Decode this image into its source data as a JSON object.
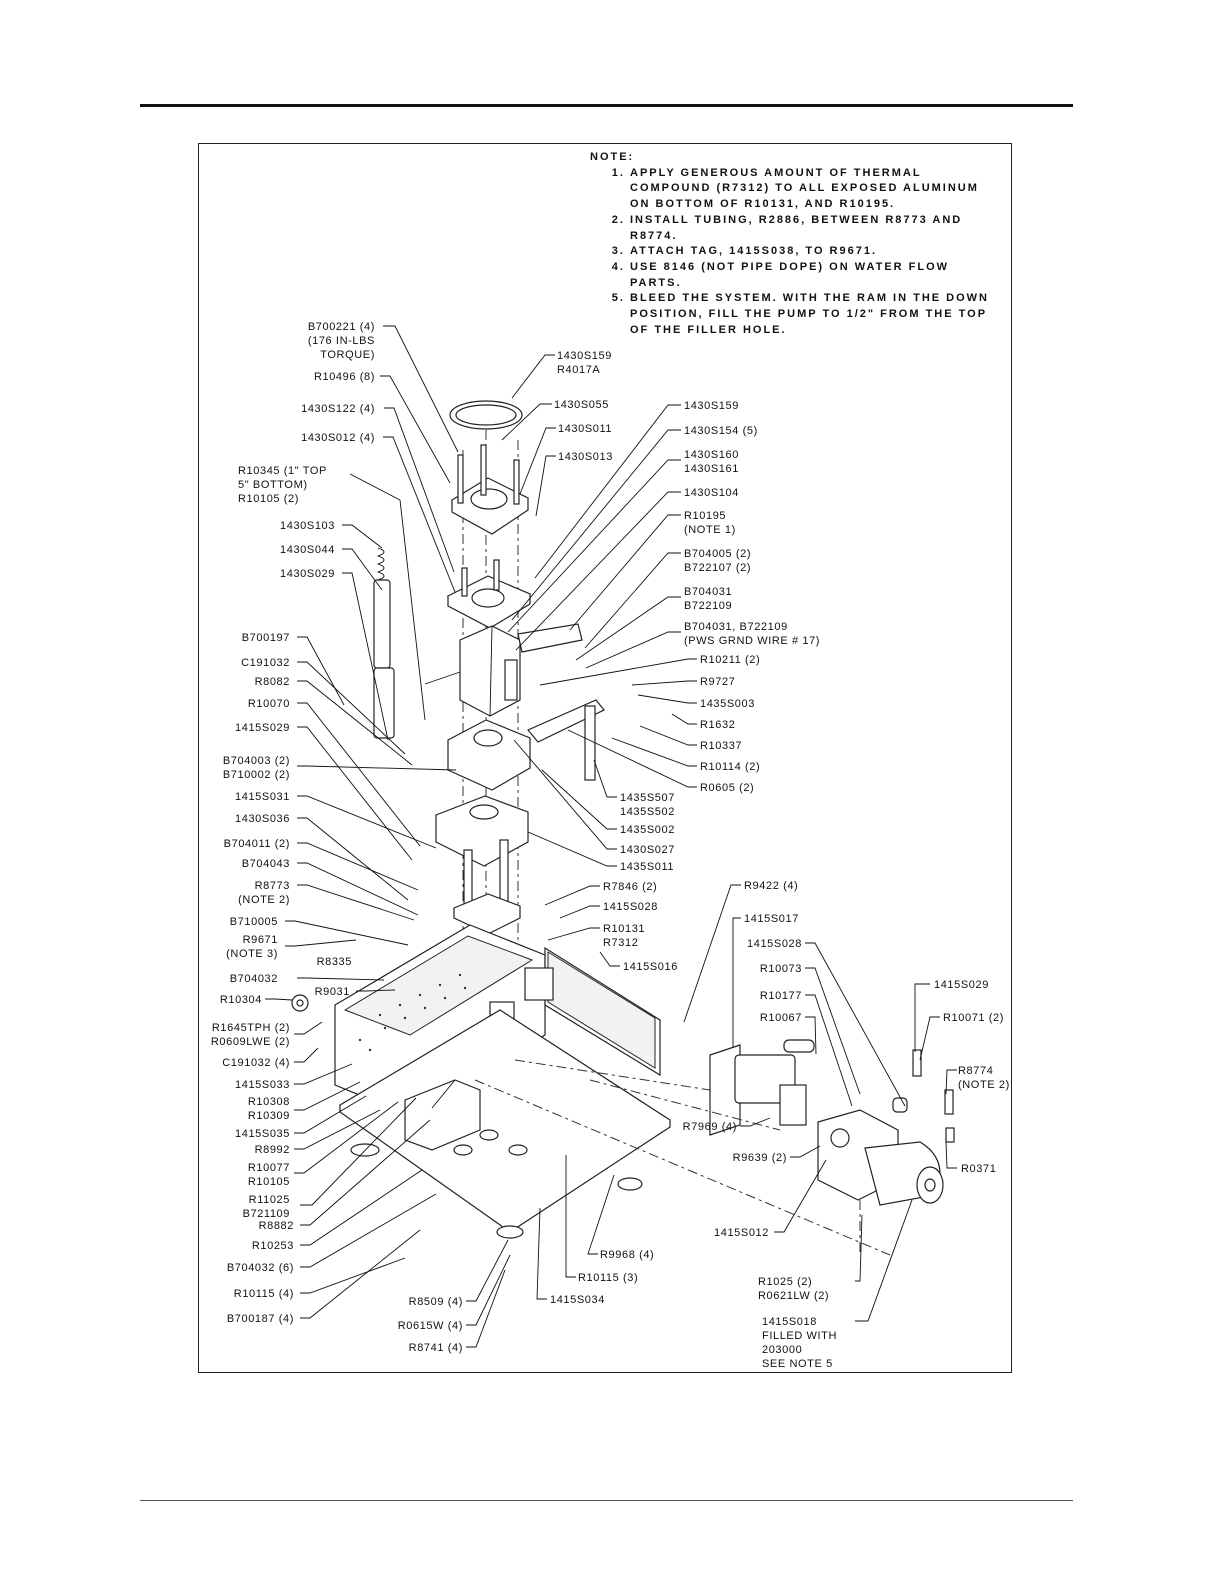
{
  "notes": {
    "heading": "NOTE:",
    "items": [
      "APPLY GENEROUS AMOUNT OF THERMAL COMPOUND (R7312) TO ALL EXPOSED ALUMINUM ON BOTTOM OF R10131, AND R10195.",
      "INSTALL TUBING, R2886, BETWEEN R8773 AND R8774.",
      "ATTACH TAG, 1415S038, TO R9671.",
      "USE 8146 (NOT PIPE DOPE) ON WATER FLOW PARTS.",
      "BLEED THE SYSTEM. WITH THE RAM IN THE DOWN POSITION, FILL THE PUMP TO 1/2\" FROM THE TOP OF THE FILLER HOLE."
    ]
  },
  "callouts": [
    {
      "lines": [
        "B700221 (4)",
        "(176 IN-LBS",
        "TORQUE)"
      ]
    },
    {
      "lines": [
        "R10496 (8)"
      ]
    },
    {
      "lines": [
        "1430S122 (4)"
      ]
    },
    {
      "lines": [
        "1430S012 (4)"
      ]
    },
    {
      "lines": [
        "R10345 (1\" TOP",
        "5\" BOTTOM)",
        "R10105 (2)"
      ]
    },
    {
      "lines": [
        "1430S103"
      ]
    },
    {
      "lines": [
        "1430S044"
      ]
    },
    {
      "lines": [
        "1430S029"
      ]
    },
    {
      "lines": [
        "B700197"
      ]
    },
    {
      "lines": [
        "C191032"
      ]
    },
    {
      "lines": [
        "R8082"
      ]
    },
    {
      "lines": [
        "R10070"
      ]
    },
    {
      "lines": [
        "1415S029"
      ]
    },
    {
      "lines": [
        "B704003 (2)",
        "B710002 (2)"
      ]
    },
    {
      "lines": [
        "1415S031"
      ]
    },
    {
      "lines": [
        "1430S036"
      ]
    },
    {
      "lines": [
        "B704011 (2)"
      ]
    },
    {
      "lines": [
        "B704043"
      ]
    },
    {
      "lines": [
        "R8773",
        "(NOTE 2)"
      ]
    },
    {
      "lines": [
        "B710005"
      ]
    },
    {
      "lines": [
        "R9671",
        "(NOTE 3)"
      ]
    },
    {
      "lines": [
        "R8335"
      ]
    },
    {
      "lines": [
        "B704032"
      ]
    },
    {
      "lines": [
        "R9031"
      ]
    },
    {
      "lines": [
        "R10304"
      ]
    },
    {
      "lines": [
        "R1645TPH (2)",
        "R0609LWE (2)"
      ]
    },
    {
      "lines": [
        "C191032 (4)"
      ]
    },
    {
      "lines": [
        "1415S033"
      ]
    },
    {
      "lines": [
        "R10308",
        "R10309"
      ]
    },
    {
      "lines": [
        "1415S035"
      ]
    },
    {
      "lines": [
        "R8992"
      ]
    },
    {
      "lines": [
        "R10077",
        "R10105"
      ]
    },
    {
      "lines": [
        "R11025",
        "B721109"
      ]
    },
    {
      "lines": [
        "R8882"
      ]
    },
    {
      "lines": [
        "R10253"
      ]
    },
    {
      "lines": [
        "B704032 (6)"
      ]
    },
    {
      "lines": [
        "R10115 (4)"
      ]
    },
    {
      "lines": [
        "B700187 (4)"
      ]
    },
    {
      "lines": [
        "1430S159",
        "R4017A"
      ]
    },
    {
      "lines": [
        "1430S055"
      ]
    },
    {
      "lines": [
        "1430S011"
      ]
    },
    {
      "lines": [
        "1430S013"
      ]
    },
    {
      "lines": [
        "1430S159"
      ]
    },
    {
      "lines": [
        "1430S154 (5)"
      ]
    },
    {
      "lines": [
        "1430S160",
        "1430S161"
      ]
    },
    {
      "lines": [
        "1430S104"
      ]
    },
    {
      "lines": [
        "R10195",
        "(NOTE 1)"
      ]
    },
    {
      "lines": [
        "B704005 (2)",
        "B722107 (2)"
      ]
    },
    {
      "lines": [
        "B704031",
        "B722109"
      ]
    },
    {
      "lines": [
        "B704031, B722109",
        "(PWS GRND WIRE # 17)"
      ]
    },
    {
      "lines": [
        "R10211 (2)"
      ]
    },
    {
      "lines": [
        "R9727"
      ]
    },
    {
      "lines": [
        "1435S003"
      ]
    },
    {
      "lines": [
        "R1632"
      ]
    },
    {
      "lines": [
        "R10337"
      ]
    },
    {
      "lines": [
        "R10114 (2)"
      ]
    },
    {
      "lines": [
        "R0605 (2)"
      ]
    },
    {
      "lines": [
        "1435S507",
        "1435S502"
      ]
    },
    {
      "lines": [
        "1435S002"
      ]
    },
    {
      "lines": [
        "1430S027"
      ]
    },
    {
      "lines": [
        "1435S011"
      ]
    },
    {
      "lines": [
        "R7846 (2)"
      ]
    },
    {
      "lines": [
        "1415S028"
      ]
    },
    {
      "lines": [
        "R10131",
        "R7312"
      ]
    },
    {
      "lines": [
        "1415S016"
      ]
    },
    {
      "lines": [
        "R9422 (4)"
      ]
    },
    {
      "lines": [
        "1415S017"
      ]
    },
    {
      "lines": [
        "1415S028"
      ]
    },
    {
      "lines": [
        "R10073"
      ]
    },
    {
      "lines": [
        "R10177"
      ]
    },
    {
      "lines": [
        "R10067"
      ]
    },
    {
      "lines": [
        "1415S029"
      ]
    },
    {
      "lines": [
        "R10071 (2)"
      ]
    },
    {
      "lines": [
        "R8774",
        "(NOTE 2)"
      ]
    },
    {
      "lines": [
        "R0371"
      ]
    },
    {
      "lines": [
        "R7969 (4)"
      ]
    },
    {
      "lines": [
        "R9639 (2)"
      ]
    },
    {
      "lines": [
        "1415S012"
      ]
    },
    {
      "lines": [
        "R9968 (4)"
      ]
    },
    {
      "lines": [
        "R10115 (3)"
      ]
    },
    {
      "lines": [
        "1415S034"
      ]
    },
    {
      "lines": [
        "R8509 (4)"
      ]
    },
    {
      "lines": [
        "R0615W (4)"
      ]
    },
    {
      "lines": [
        "R8741 (4)"
      ]
    },
    {
      "lines": [
        "R1025 (2)",
        "R0621LW (2)"
      ]
    },
    {
      "lines": [
        "1415S018",
        "FILLED WITH",
        "203000",
        "SEE NOTE 5"
      ]
    }
  ]
}
